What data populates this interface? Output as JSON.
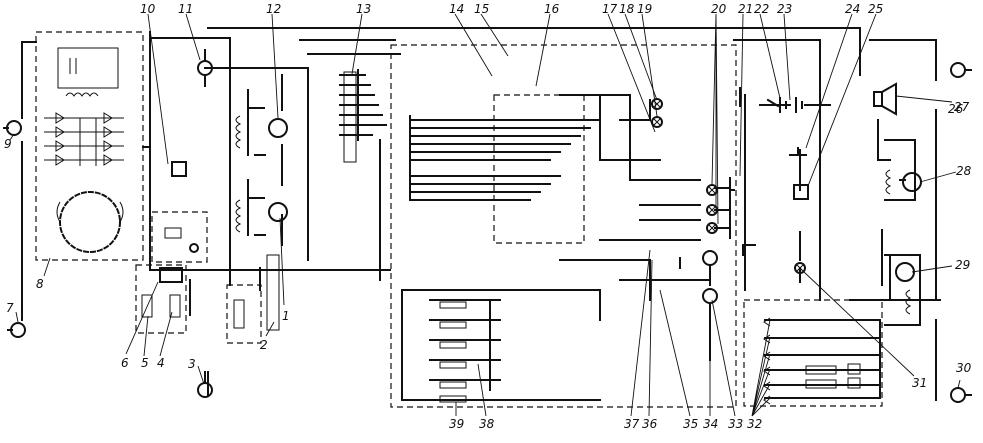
{
  "diagram": {
    "labels": [
      "1",
      "2",
      "3",
      "4",
      "5",
      "6",
      "7",
      "8",
      "9",
      "10",
      "11",
      "12",
      "13",
      "14",
      "15",
      "16",
      "17",
      "18",
      "19",
      "20",
      "21",
      "22",
      "23",
      "24",
      "25",
      "26",
      "27",
      "28",
      "29",
      "30",
      "31",
      "32",
      "33",
      "34",
      "35",
      "36",
      "37",
      "38",
      "39"
    ]
  }
}
